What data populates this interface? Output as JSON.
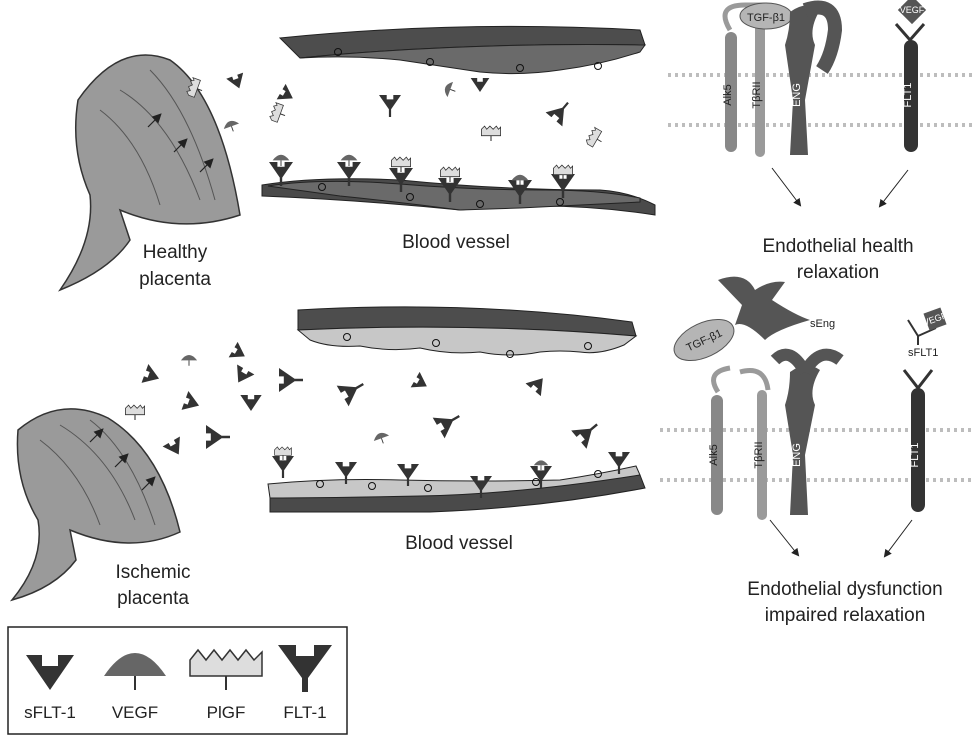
{
  "healthy": {
    "placenta_label_line1": "Healthy",
    "placenta_label_line2": "placenta",
    "vessel_label": "Blood vessel",
    "outcome_line1": "Endothelial health",
    "outcome_line2": "relaxation"
  },
  "ischemic": {
    "placenta_label_line1": "Ischemic",
    "placenta_label_line2": "placenta",
    "vessel_label": "Blood vessel",
    "outcome_line1": "Endothelial dysfunction",
    "outcome_line2": "impaired relaxation"
  },
  "receptors": {
    "tgf": "TGF-β1",
    "vegf": "VEGF",
    "alk5": "Alk5",
    "tbrii": "TβRII",
    "eng": "ENG",
    "flt1": "FLT1",
    "seng": "sEng",
    "sflt1": "sFLT1"
  },
  "legend": {
    "items": [
      "sFLT-1",
      "VEGF",
      "PlGF",
      "FLT-1"
    ]
  },
  "colors": {
    "dark": "#3a3a3a",
    "mid": "#6e6e6e",
    "light": "#a8a8a8",
    "pale": "#cfcfcf",
    "vessel_dark": "#555555",
    "vessel_light": "#c4c4c4"
  }
}
